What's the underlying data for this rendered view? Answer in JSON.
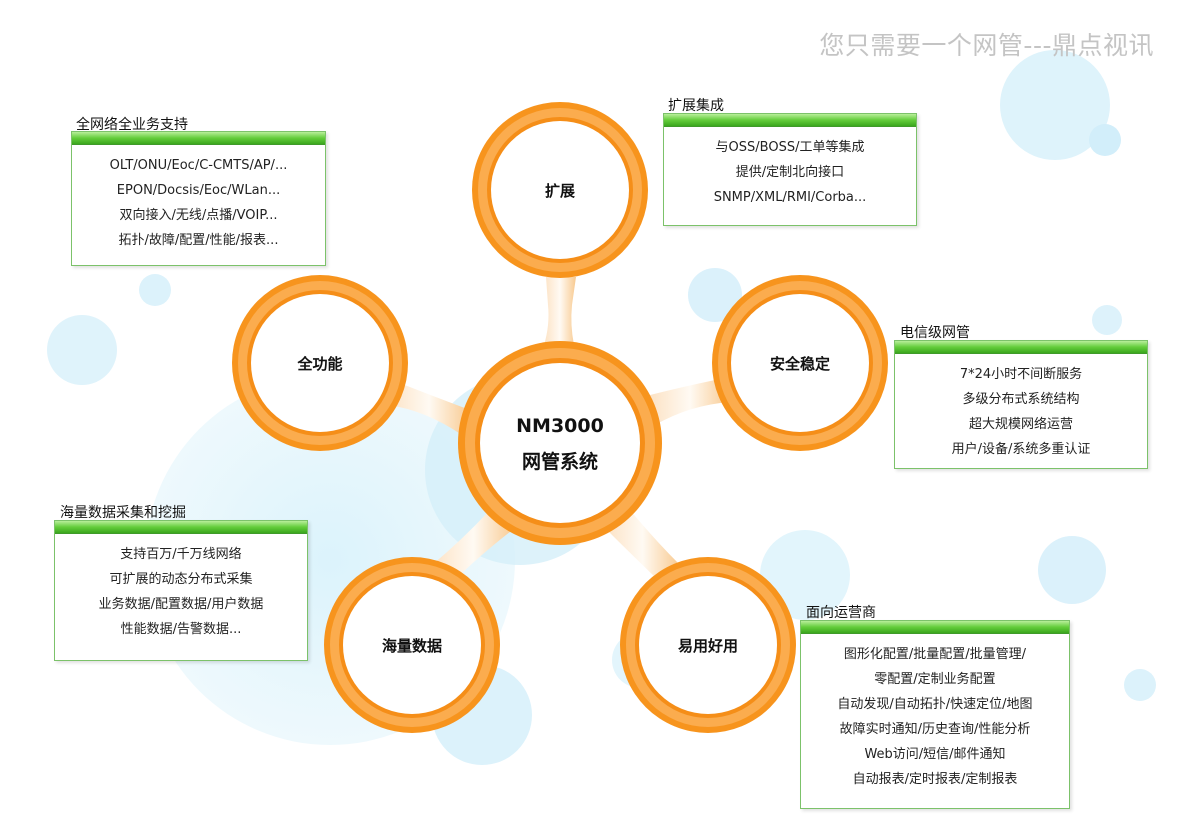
{
  "tagline": "您只需要一个网管---鼎点视讯",
  "center": {
    "line1": "NM3000",
    "line2": "网管系统"
  },
  "nodes": {
    "top": "扩展",
    "left": "全功能",
    "right": "安全稳定",
    "bottom_left": "海量数据",
    "bottom_right": "易用好用"
  },
  "boxes": {
    "full_service": {
      "title": "全网络全业务支持",
      "items": [
        "OLT/ONU/Eoc/C-CMTS/AP/...",
        "EPON/Docsis/Eoc/WLan...",
        "双向接入/无线/点播/VOIP...",
        "拓扑/故障/配置/性能/报表..."
      ]
    },
    "integration": {
      "title": "扩展集成",
      "items": [
        "与OSS/BOSS/工单等集成",
        "提供/定制北向接口",
        "SNMP/XML/RMI/Corba..."
      ]
    },
    "carrier": {
      "title": "电信级网管",
      "items": [
        "7*24小时不间断服务",
        "多级分布式系统结构",
        "超大规模网络运营",
        "用户/设备/系统多重认证"
      ]
    },
    "big_data": {
      "title": "海量数据采集和挖掘",
      "items": [
        "支持百万/千万线网络",
        "可扩展的动态分布式采集",
        "业务数据/配置数据/用户数据",
        "性能数据/告警数据..."
      ]
    },
    "operator": {
      "title": "面向运营商",
      "items": [
        "图形化配置/批量配置/批量管理/",
        "零配置/定制业务配置",
        "自动发现/自动拓扑/快速定位/地图",
        "故障实时通知/历史查询/性能分析",
        "Web访问/短信/邮件通知",
        "自动报表/定时报表/定制报表"
      ]
    }
  },
  "colors": {
    "ring_orange": "#f7941d",
    "ring_light": "#fdbf6f",
    "bar_green": "#5cc435",
    "bubble_blue": "#d6f0fa",
    "tagline_gray": "#c4c4c4"
  }
}
